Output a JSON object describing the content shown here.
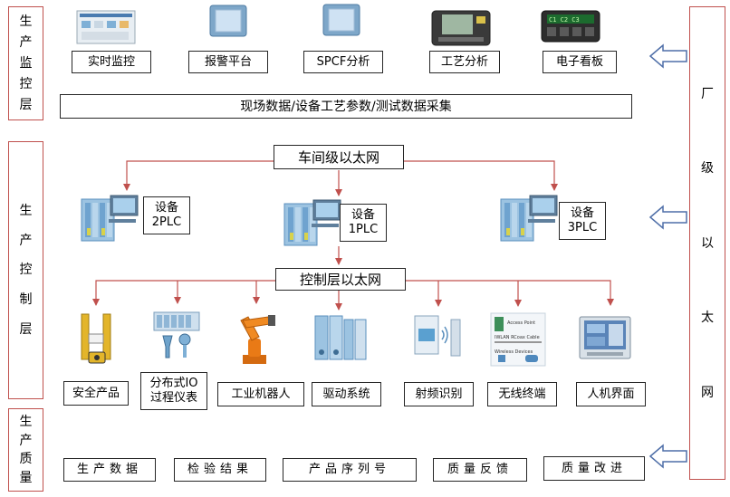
{
  "layers": {
    "monitor": [
      "生",
      "产",
      "监",
      "控",
      "层"
    ],
    "control": [
      "生",
      "产",
      "控",
      "制",
      "层"
    ],
    "quality": [
      "生",
      "产",
      "质",
      "量"
    ],
    "factory_ethernet": [
      "厂",
      "级",
      "以",
      "太",
      "网"
    ]
  },
  "monitor_items": [
    "实时监控",
    "报警平台",
    "SPCF分析",
    "工艺分析",
    "电子看板"
  ],
  "collection_bar": "现场数据/设备工艺参数/测试数据采集",
  "workshop_ethernet": "车间级以太网",
  "control_ethernet": "控制层以太网",
  "plcs": [
    {
      "line1": "设备",
      "line2": "2PLC"
    },
    {
      "line1": "设备",
      "line2": "1PLC"
    },
    {
      "line1": "设备",
      "line2": "3PLC"
    }
  ],
  "control_items": [
    {
      "line1": "安全产品",
      "line2": ""
    },
    {
      "line1": "分布式IO",
      "line2": "过程仪表"
    },
    {
      "line1": "工业机器人",
      "line2": ""
    },
    {
      "line1": "驱动系统",
      "line2": ""
    },
    {
      "line1": "射频识别",
      "line2": ""
    },
    {
      "line1": "无线终端",
      "line2": ""
    },
    {
      "line1": "人机界面",
      "line2": ""
    }
  ],
  "quality_items": [
    "生产数据",
    "检验结果",
    "产品序列号",
    "质量反馈",
    "质量改进"
  ],
  "colors": {
    "wire": "#c0504d",
    "border": "#262626",
    "arrow": "#4f6fa8"
  }
}
